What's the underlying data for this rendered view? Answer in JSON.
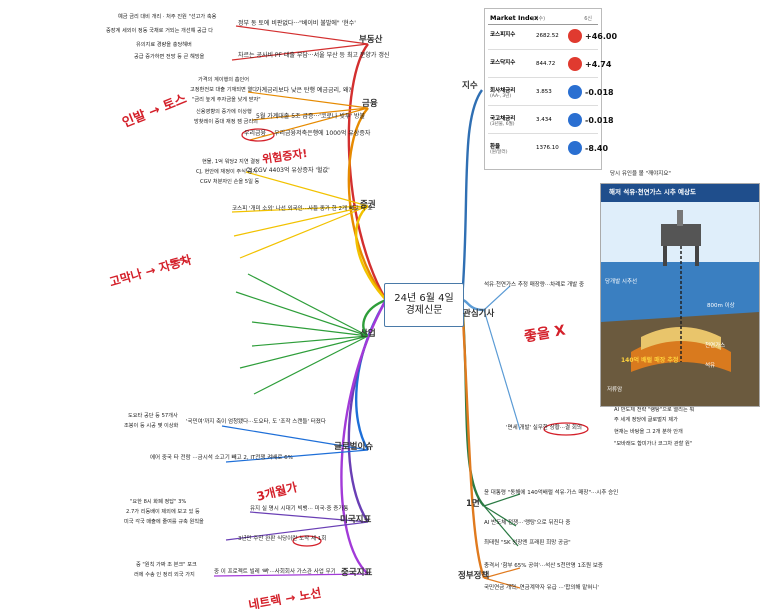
{
  "center": {
    "line1": "24년 6월 4일",
    "line2": "경제신문"
  },
  "categories": {
    "realestate": "부동산",
    "finance": "금융",
    "securities": "증권",
    "industry": "산업",
    "global": "글로벌이슈",
    "us": "미국지표",
    "china": "중국지표",
    "index": "지수",
    "article": "관심기사",
    "front": "1면",
    "policy": "정부정책"
  },
  "realestate": {
    "b1": "정부 동 토에 비판없다···\"베이비 불발에\" '현수'",
    "b1_subs": [
      "예금 금리 대비 개리 · 처주 진원 \"선고가 축용",
      "중장계 세외이 정동 국채로 거되는 개선해 공급 다"
    ],
    "b2": "차르는 공사비 PF 대출 부담···서울 부산 등 최고 분양가 갱신",
    "b2_subs": [
      "유의지료 경량을 충당해버",
      "공급 증가하면 전망 등 큰 해빙을"
    ]
  },
  "finance": {
    "b1": "가계금리보다 낮은 탄행 예금금리, 왜?",
    "b1_subs": [
      "가격의 계이행의 흡인어",
      "고정환전보 대출 기재되면 열다",
      "\"금리 높게 주자금을 낮게 받자\""
    ],
    "b2": "5월 가계대출 5조 급증···'코로나 빚투' 방불",
    "b2_subs": [
      "신용영향의 증가에 이상행",
      "방찾레이 증대 재정 잼 금리의"
    ],
    "b3": "우리금융",
    "b3_rest": "우리금융저축은행에 1000억 유상증자"
  },
  "securities": {
    "b1": "CJ CGV 4403억 유상증자 '헐값'",
    "b1_subs": [
      "현물, 1억 워당2 지연 결정",
      "CJ, 현안에 재정이 주식 증가",
      "CGV 처분자인 손을 5일 동"
    ],
    "b2": "코스피 '개미 소외' 나선 외국인···사들 종가 한 2개 빼고 다 오"
  },
  "finance_hw": [
    "인발",
    "→",
    "토스"
  ],
  "industry_hw": [
    "고막나",
    "→",
    "자동차"
  ],
  "market": {
    "title": "Market Index",
    "unit_left": "(지수)",
    "unit_right": "6신",
    "rows": [
      {
        "name": "코스피지수",
        "sub": "",
        "value": "2682.52",
        "change": "+46.00",
        "color": "#e03a2f"
      },
      {
        "name": "코스닥지수",
        "sub": "",
        "value": "844.72",
        "change": "+4.74",
        "color": "#e03a2f"
      },
      {
        "name": "회사채금리",
        "sub": "(AA-, 3년)",
        "value": "3.853",
        "change": "-0.018",
        "color": "#2a6fd1"
      },
      {
        "name": "국고채금리",
        "sub": "(3년물, 6월)",
        "value": "3.434",
        "change": "-0.018",
        "color": "#2a6fd1"
      },
      {
        "name": "환율",
        "sub": "(원/달러)",
        "value": "1376.10",
        "change": "-8.40",
        "color": "#2a6fd1"
      }
    ]
  },
  "gas": {
    "header": "해저 석유·천연가스 시추 예상도",
    "depth": "800m 이상",
    "vessel": "당개발 시추선",
    "layer1": "천연가스",
    "layer2": "석유",
    "layer3": "140억 배럴 매장 추정",
    "bottom": "저류암"
  },
  "article": {
    "b1": "석유·천연가스 추정 매장량···차례로 개발 중",
    "b2": "'면세 개발' 실무한 상황···결 회의",
    "top": "당시 유인을 볼 \"깨야지요\"",
    "b2_subs": [
      "AI 반도체 전략 \"랭탕\"으로 열리는 뭐",
      "주 세계 정당에 글로벌지 제가",
      "현재는 바탕을 그 2개 분하 안개",
      "\"모바래도 합미가나 코그차 관할 원\""
    ],
    "hw": "좋을 X"
  },
  "front": {
    "b1": "윤 대통령 \"동해에 140억배럴 석유·가스 매장\"···시추 승인",
    "b2": "AI 반도체 전쟁···'랭탕'으로 뒤진다 중",
    "b3": "최태원 \"SK 성장엔 프래핀 희망 공금\""
  },
  "policy": {
    "b1": "충격서 '함부 65% 공여'···석산 5천만명 1조원 보증",
    "b2": "국민연금 개혁, 연금계약자 유급 ···'합의해 맡혀니'"
  },
  "global": {
    "b1": "'국민여'까지 축이 엄청됐다···도요타, 도 '조작 스캔들' 터졌다",
    "b2": "에어 중국 타 전람 ···금시석 소고기 빼고 2, IT전쟁 켜배로 6%",
    "b1_subs": [
      "도요타 공단 등 57개사",
      "조붕이 등 시공 몇 이상화"
    ]
  },
  "us": {
    "b1": "유지 실 명시 시대기 빅뱅··· 미국·중 증가통",
    "b2": "3년만 주만 완판 식당이란 노작 세 1회",
    "hw": "3개월가",
    "subs": [
      "\"요한 8시 화폐 정답\" 3%",
      "2.7가 리동배이 제외에 보고 있 등",
      "미국 각국 매출에 줄여를 규축 원칙을"
    ]
  },
  "china": {
    "b1": "중 이 프로젝트 빌레 '뼈'···사회회사 가스관 사업 무기",
    "hw": [
      "네트렉",
      "→",
      "노선"
    ],
    "subs": [
      "중 \"원칙 가짜 조 본크\" 포크 ",
      "러에 수송 인 정리 외국 가지"
    ]
  }
}
